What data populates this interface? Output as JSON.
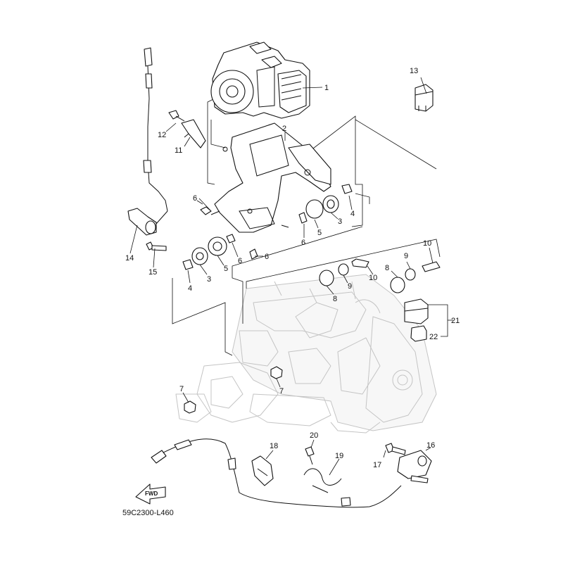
{
  "diagram": {
    "code": "59C2300-L460",
    "fwd_label": "FWD",
    "callouts": [
      "1",
      "2",
      "3",
      "3",
      "4",
      "4",
      "5",
      "5",
      "6",
      "6",
      "6",
      "6",
      "7",
      "7",
      "8",
      "8",
      "9",
      "9",
      "10",
      "10",
      "11",
      "12",
      "13",
      "14",
      "15",
      "16",
      "17",
      "18",
      "19",
      "20",
      "21",
      "22"
    ]
  }
}
